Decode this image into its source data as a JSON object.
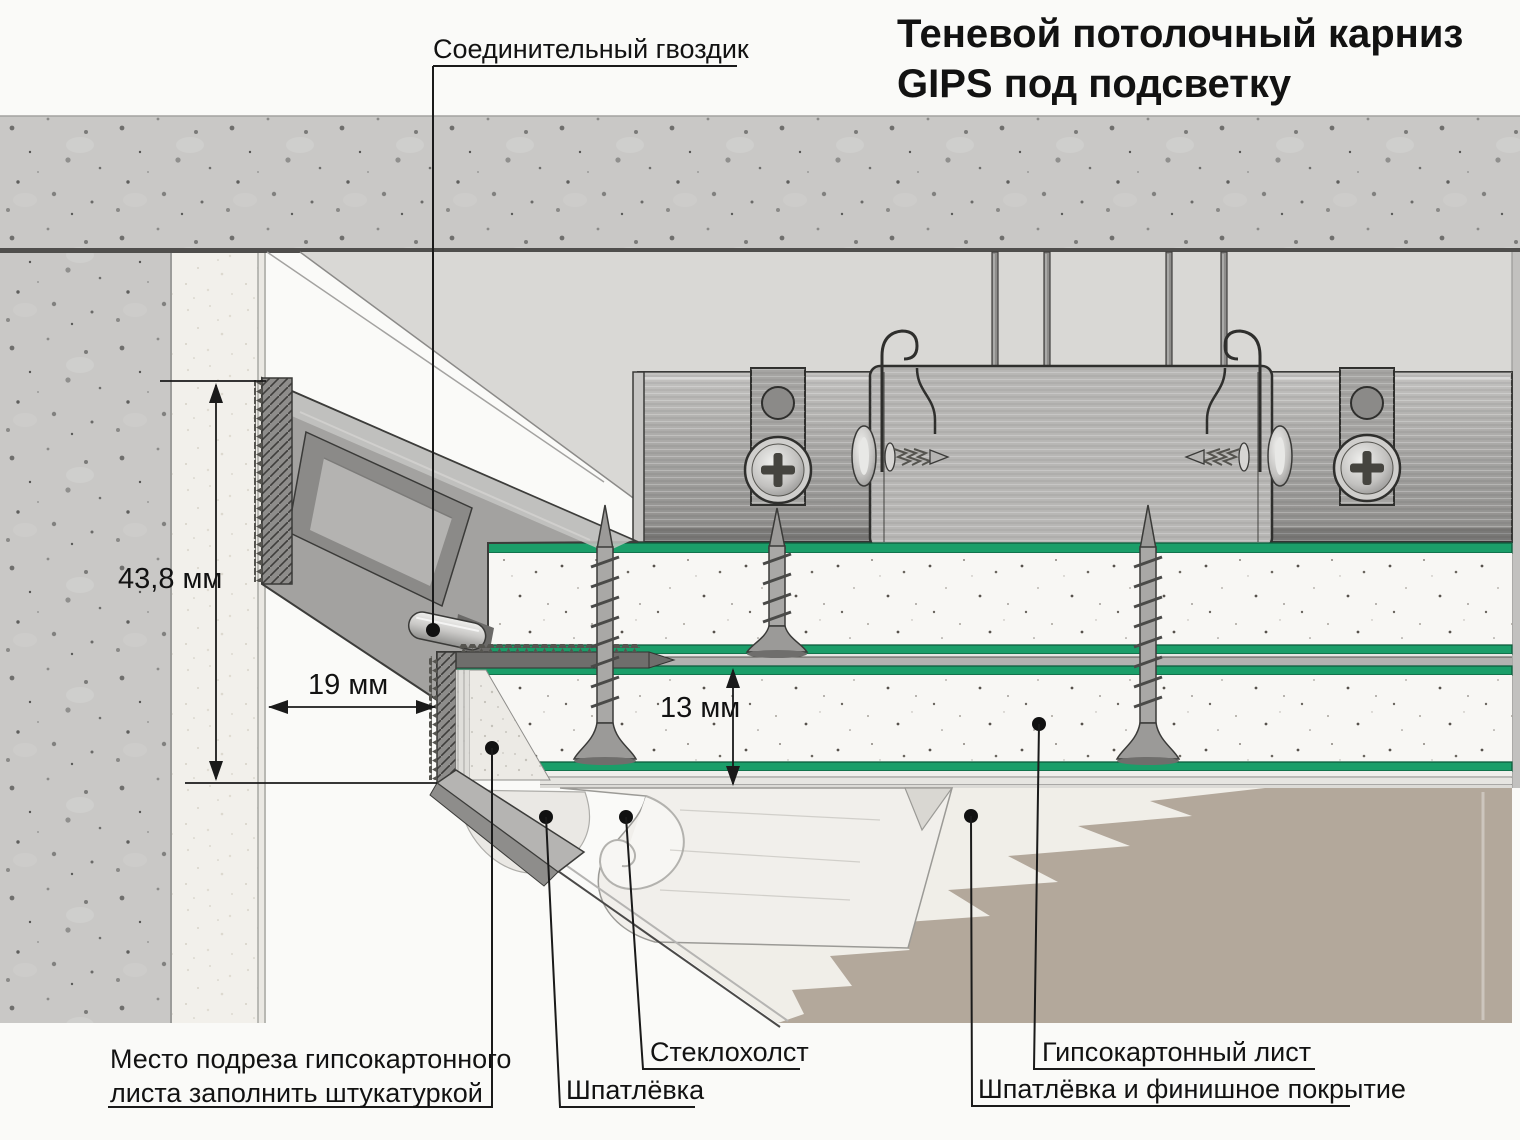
{
  "title": {
    "line1": "Теневой потолочный карниз",
    "line2": "GIPS под подсветку"
  },
  "dimensions": {
    "profile_height": "43,8 мм",
    "profile_depth": "19 мм",
    "board_thickness": "13 мм"
  },
  "callouts": {
    "nail": "Соединительный гвоздик",
    "cut_line1": "Место подреза гипсокартонного",
    "cut_line2": "листа заполнить штукатуркой",
    "putty": "Шпатлёвка",
    "mesh": "Стеклохолст",
    "board": "Гипсокартонный лист",
    "finish": "Шпатлёвка и финишное покрытие"
  },
  "colors": {
    "board_edge_green": "#1b9e69",
    "finish_beige": "#b3a89b",
    "concrete_gray": "#c9c8c6",
    "metal_gray": "#a8a7a5",
    "void_gray": "#d9d8d5"
  }
}
